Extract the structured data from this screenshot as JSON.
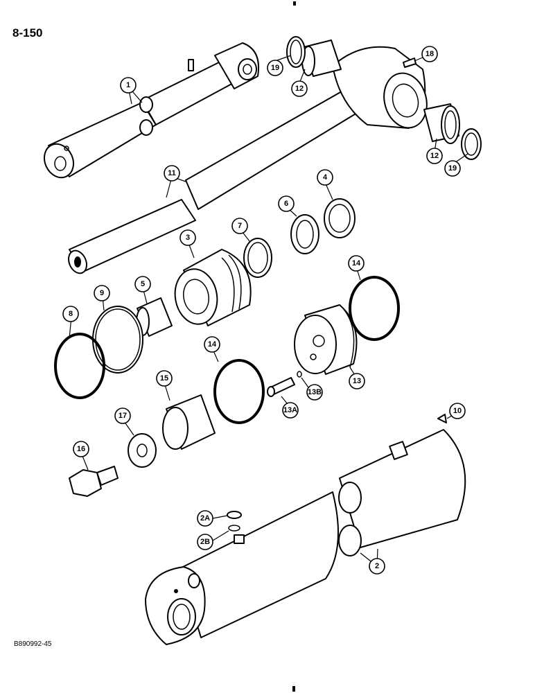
{
  "page_number": "8-150",
  "figure_code": "B890992-45",
  "callouts": [
    "1",
    "2",
    "2A",
    "2B",
    "3",
    "4",
    "5",
    "6",
    "7",
    "8",
    "9",
    "10",
    "11",
    "12",
    "12",
    "13",
    "13A",
    "13B",
    "14",
    "14",
    "15",
    "16",
    "17",
    "18",
    "19",
    "19"
  ]
}
